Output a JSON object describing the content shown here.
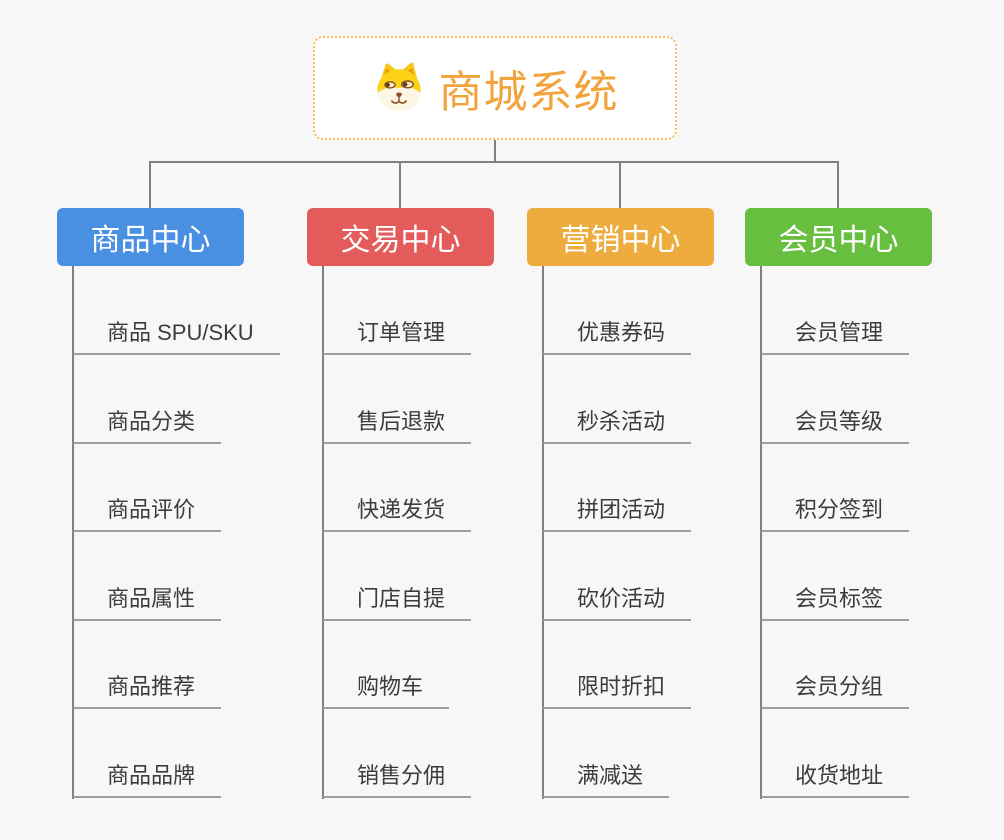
{
  "root": {
    "title": "商城系统",
    "icon": "dog-face-icon"
  },
  "branches": [
    {
      "label": "商品中心",
      "color": "#4a90e2",
      "items": [
        "商品 SPU/SKU",
        "商品分类",
        "商品评价",
        "商品属性",
        "商品推荐",
        "商品品牌"
      ]
    },
    {
      "label": "交易中心",
      "color": "#e45b5b",
      "items": [
        "订单管理",
        "售后退款",
        "快递发货",
        "门店自提",
        "购物车",
        "销售分佣"
      ]
    },
    {
      "label": "营销中心",
      "color": "#eeac3e",
      "items": [
        "优惠券码",
        "秒杀活动",
        "拼团活动",
        "砍价活动",
        "限时折扣",
        "满减送"
      ]
    },
    {
      "label": "会员中心",
      "color": "#68bf3f",
      "items": [
        "会员管理",
        "会员等级",
        "积分签到",
        "会员标签",
        "会员分组",
        "收货地址"
      ]
    }
  ],
  "colors": {
    "background": "#f7f7f7",
    "connector": "#808080",
    "underline": "#9e9e9e",
    "root_border": "#f7be62",
    "root_title": "#f2a43c"
  }
}
